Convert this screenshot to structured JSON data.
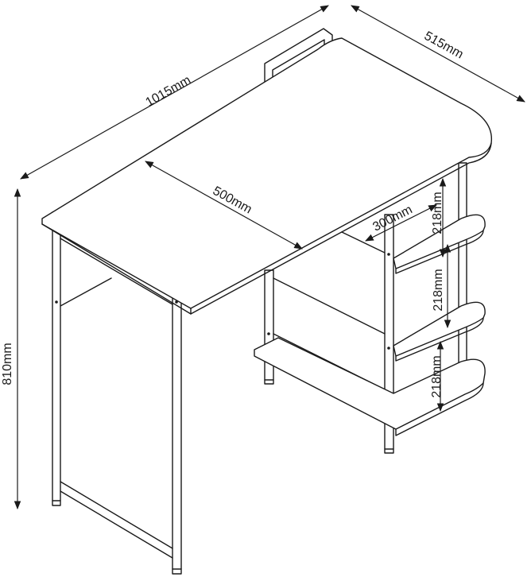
{
  "dimensions": {
    "width_label": "1015mm",
    "depth_label": "515mm",
    "height_label": "810mm",
    "inner_width_label": "500mm",
    "shelf_depth_label": "300mm",
    "shelf_gap_1_label": "218mm",
    "shelf_gap_2_label": "218mm",
    "shelf_gap_3_label": "218mm"
  }
}
